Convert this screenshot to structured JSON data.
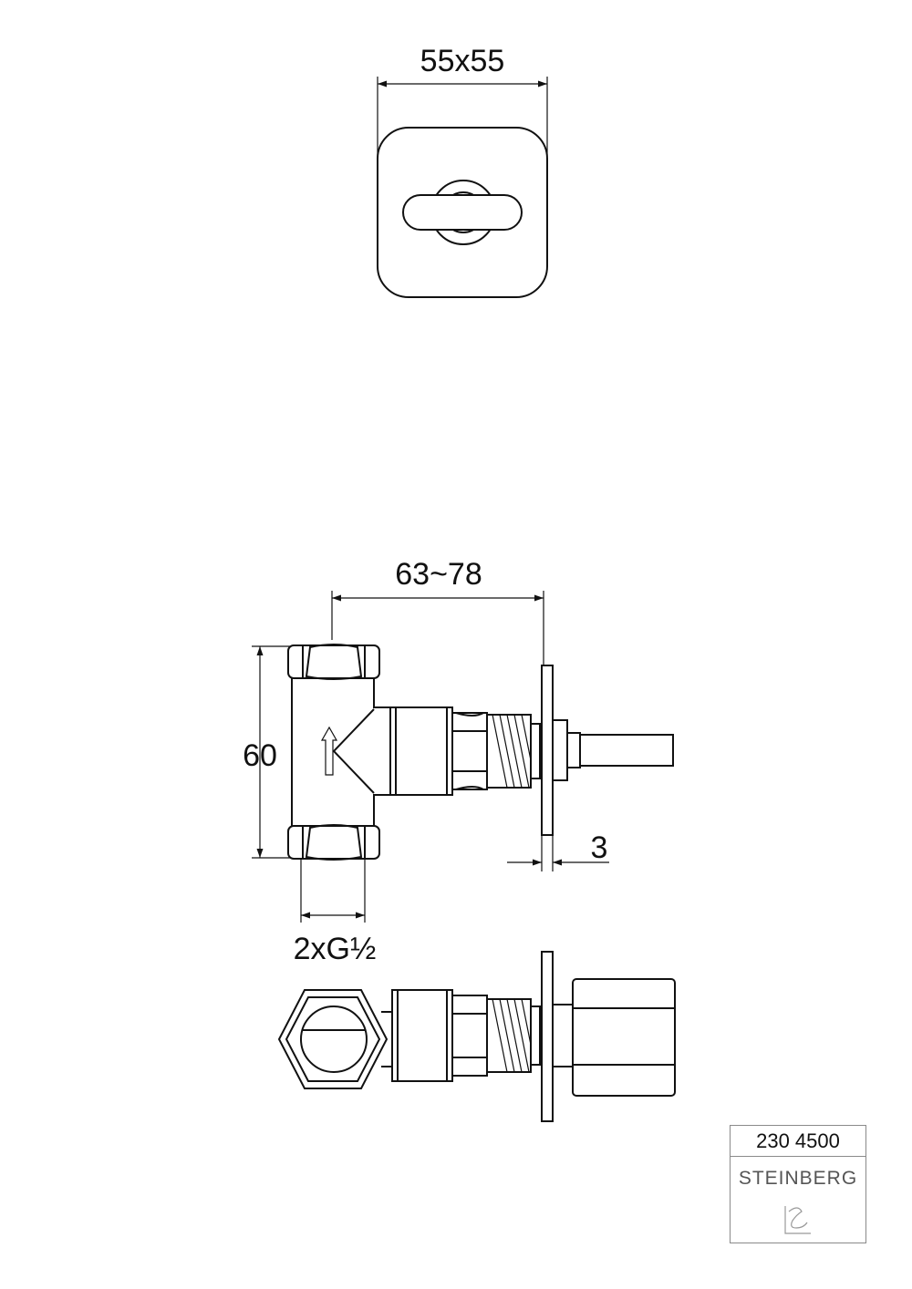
{
  "dimensions": {
    "top_width": "55x55",
    "depth": "63~78",
    "height": "60",
    "plate_thickness": "3",
    "connection": "2xG½"
  },
  "title_block": {
    "article_number": "230 4500",
    "brand": "STEINBERG"
  }
}
